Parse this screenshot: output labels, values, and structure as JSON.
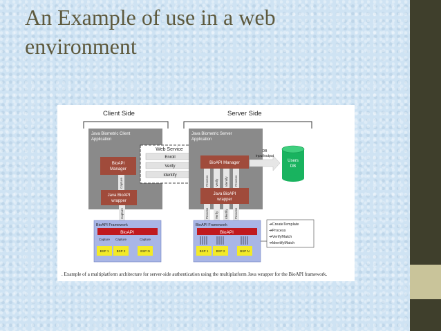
{
  "slide": {
    "title_line1": "An Example of use in a web",
    "title_line2": "environment"
  },
  "diagram": {
    "client_side": "Client Side",
    "server_side": "Server Side",
    "client_app_line1": "Java Biometric Client",
    "client_app_line2": "Application",
    "server_app_line1": "Java Biometric Server",
    "server_app_line2": "Application",
    "web_service": "Web Service",
    "ws_enroll": "Enroll",
    "ws_verify": "Verify",
    "ws_identify": "Identify",
    "bioapi_manager_line1": "BioAPI",
    "bioapi_manager_line2": "Manager",
    "server_bioapi_manager": "BioAPI Manager",
    "java_bioapi_line1": "Java BioAPI",
    "java_bioapi_line2": "wrapper",
    "capture": "Capture",
    "server_calls": [
      "Process",
      "Verify",
      "Identify",
      "Process"
    ],
    "db_io_line1": "DB",
    "db_io_line2": "input/output",
    "users_db_line1": "Users",
    "users_db_line2": "DB",
    "bioapi_framework": "BioAPI Framework",
    "bioapi": "BioAPI",
    "client_bsps": [
      "BSP 1",
      "BSP 2",
      "BSP N"
    ],
    "server_bsps": [
      "BSP 1",
      "BSP 2",
      "BSP N"
    ],
    "functions": [
      "CreateTemplate",
      "Process",
      "VerifyMatch",
      "IdentifyMatch"
    ],
    "caption": ". Example of a multiplatform architecture for server-side authentication using the multiplatform Java wrapper for the BioAPI framework."
  },
  "colors": {
    "background": "#cfe3f3",
    "sidebar": "#3f3f2c",
    "sidebar_accent": "#c9c49a",
    "title": "#5e5a3e",
    "app_gray": "#8a8a8a",
    "manager_red": "#a04b3b",
    "framework_blue": "#a9b6e6",
    "bioapi_red": "#c0191e",
    "bsp_yellow": "#f3ea27",
    "db_green": "#19b35f"
  }
}
